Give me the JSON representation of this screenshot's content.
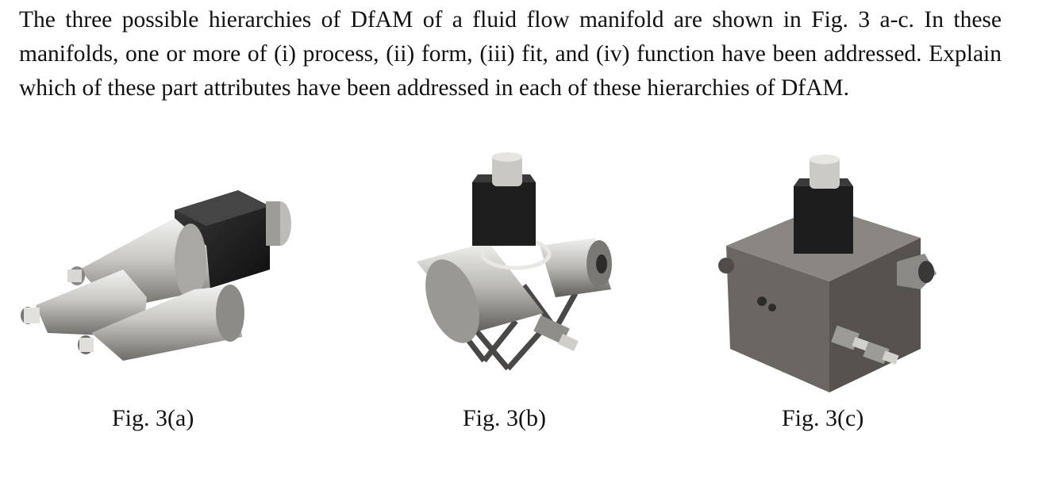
{
  "question": {
    "text": "The three possible hierarchies of DfAM of a fluid flow manifold are shown in Fig. 3 a-c. In these manifolds, one or more of (i) process, (ii) form, (iii) fit, and (iv) function have been addressed. Explain which of these part attributes have been addressed in each of these hierarchies of DfAM."
  },
  "figures": [
    {
      "caption": "Fig. 3(a)",
      "depicts": "manifold with three conical nozzles and solenoid valve"
    },
    {
      "caption": "Fig. 3(b)",
      "depicts": "lattice-supported manifold with solenoid valve and cylindrical channels"
    },
    {
      "caption": "Fig. 3(c)",
      "depicts": "block manifold with solenoid valve and fittings"
    }
  ],
  "colors": {
    "metal_light": "#d9d9d6",
    "metal_dark": "#7c7a76",
    "solenoid": "#1f1f1f",
    "block": "#6f6c68"
  }
}
